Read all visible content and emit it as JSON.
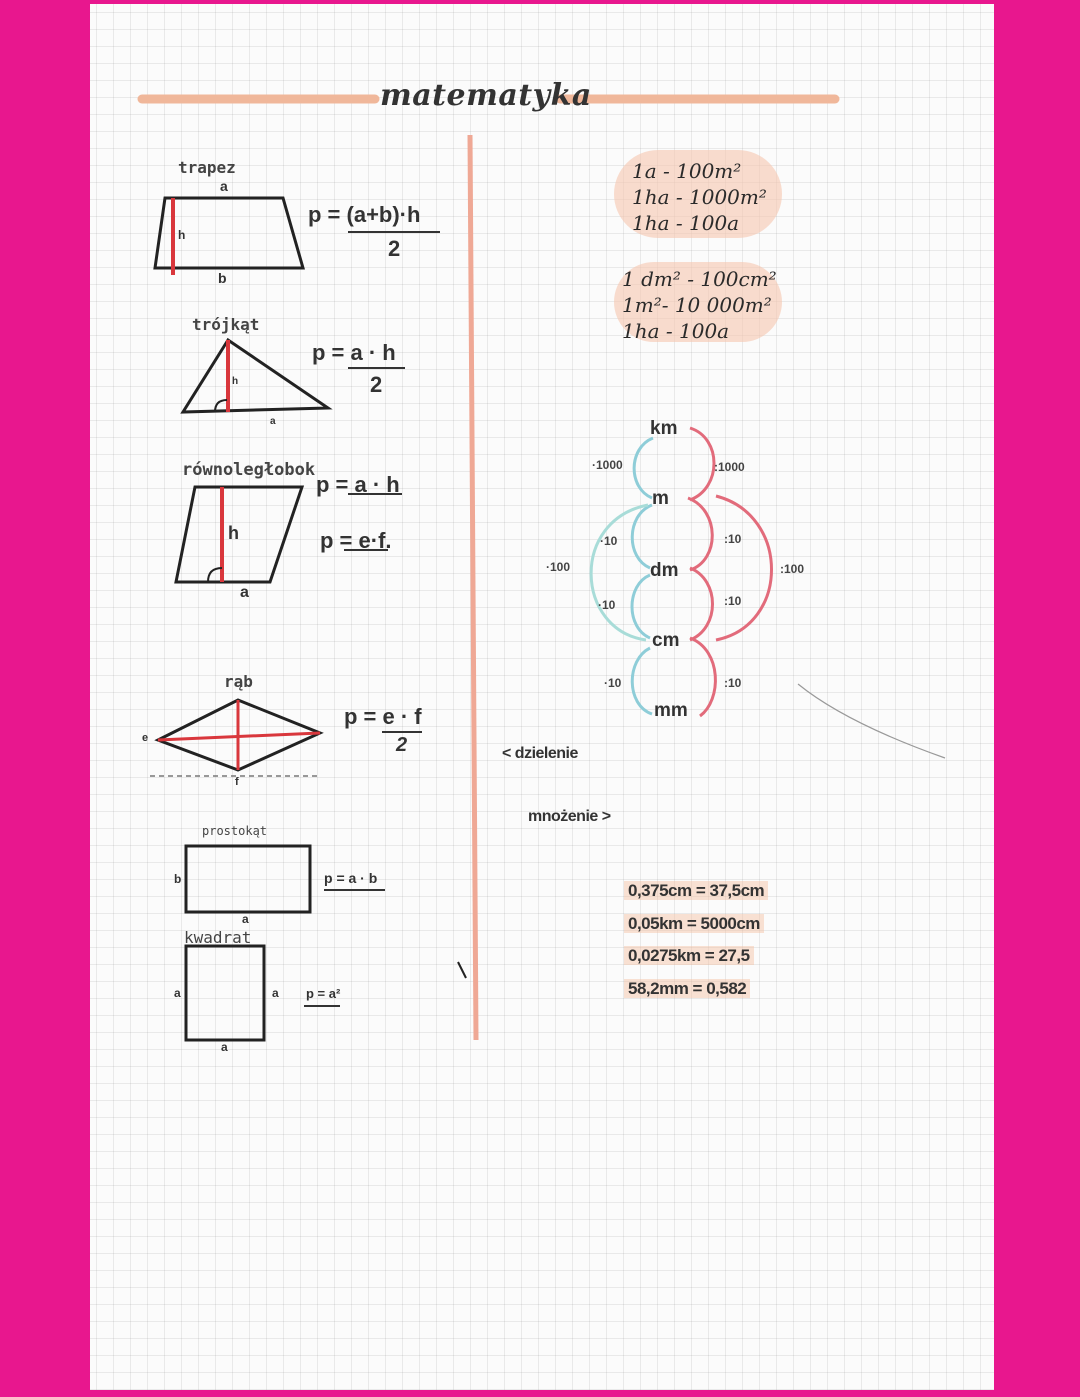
{
  "title": "matematyka",
  "shapes": {
    "trapez": {
      "name": "trapez",
      "top": "a",
      "bottom": "b",
      "height": "h",
      "formula_num": "p = (a+b)·h",
      "formula_den": "2"
    },
    "trojkat": {
      "name": "trójkąt",
      "base": "a",
      "height": "h",
      "formula_num": "p = a · h",
      "formula_den": "2"
    },
    "rownoleglobok": {
      "name": "równoległobok",
      "height": "h",
      "base": "a",
      "formula_1": "p = a · h",
      "formula_2": "p = e·f."
    },
    "romb": {
      "name": "rąb",
      "diag_e": "e",
      "diag_f": "f",
      "formula_num": "p = e · f",
      "formula_den": "2"
    },
    "prostokat": {
      "name": "prostokąt",
      "side_b": "b",
      "side_a": "a",
      "formula": "p = a · b"
    },
    "kwadrat": {
      "name": "kwadrat",
      "side_left": "a",
      "side_right": "a",
      "side_bottom": "a",
      "formula": "p = a²"
    }
  },
  "area_units_1": [
    "1a - 100m²",
    "1ha - 1000m²",
    "1ha - 100a"
  ],
  "area_units_2": [
    "1 dm² - 100cm²",
    "1m²- 10 000m²",
    "1ha - 100a"
  ],
  "length_units": [
    "km",
    "m",
    "dm",
    "cm",
    "mm"
  ],
  "multiply_labels": {
    "km_m": "·1000",
    "m_dm": "·10",
    "dm_cm": "·10",
    "cm_mm": "·10",
    "m_cm": "·100"
  },
  "divide_labels": {
    "km_m": ":1000",
    "m_dm": ":10",
    "dm_cm": ":10",
    "cm_mm": ":10",
    "m_cm": ":100"
  },
  "legend": {
    "divide": "< dzielenie",
    "multiply": "mnożenie >"
  },
  "examples": [
    "0,375cm = 37,5cm",
    "0,05km = 5000cm",
    "0,0275km = 27,5",
    "58,2mm = 0,582"
  ],
  "colors": {
    "border": "#e8178e",
    "accent_peach": "#f0b79a",
    "red_line": "#d9373c",
    "blue_arc": "#8ecdd8",
    "pink_arc": "#e26b7b"
  }
}
